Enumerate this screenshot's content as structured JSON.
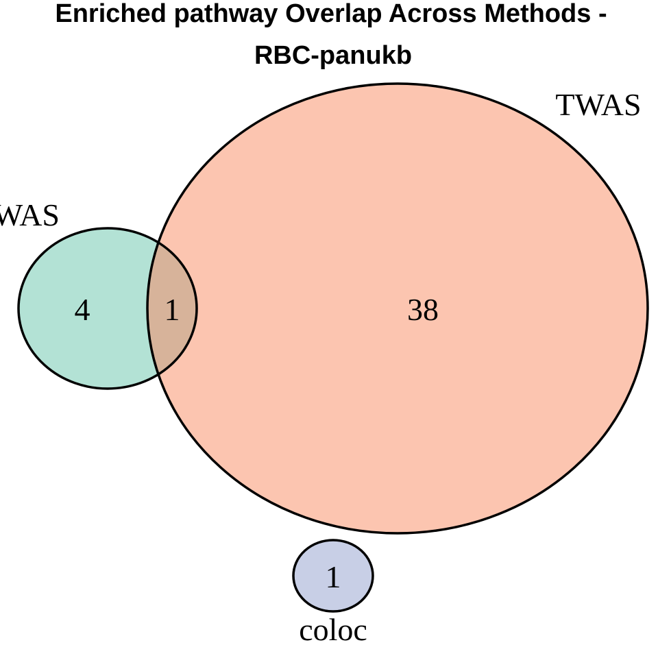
{
  "title": {
    "line1": "Enriched pathway Overlap Across Methods -",
    "line2": "RBC-panukb"
  },
  "sets": {
    "gwas": {
      "label": "GWAS",
      "color": "#b3e2d5"
    },
    "twas": {
      "label": "TWAS",
      "color": "#fcc5b0"
    },
    "coloc": {
      "label": "coloc",
      "color": "#c8cfe6"
    }
  },
  "regions": {
    "gwas_only": "4",
    "gwas_twas": "1",
    "twas_only": "38",
    "coloc_only": "1"
  },
  "colors": {
    "overlap_gwas_twas": "#d7b39a",
    "outline": "#000000"
  }
}
